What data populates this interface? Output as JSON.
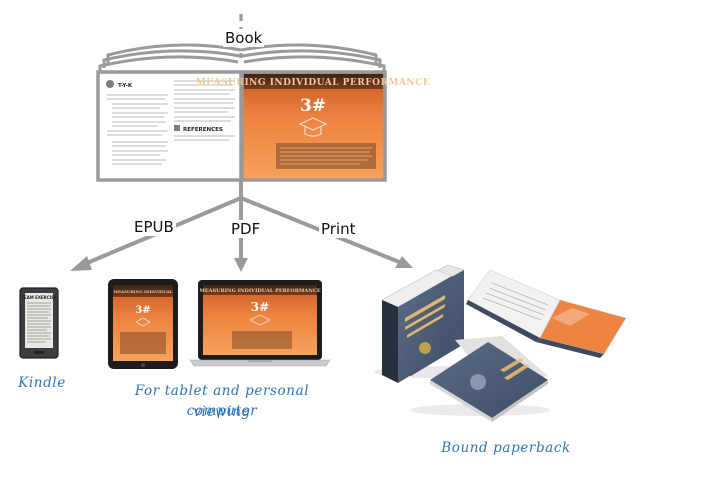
{
  "source": {
    "label": "Book"
  },
  "arrows": [
    {
      "label": "EPUB"
    },
    {
      "label": "PDF"
    },
    {
      "label": "Print"
    }
  ],
  "book": {
    "left_page": {
      "heading1": "T-Y-K",
      "heading2": "REFERENCES"
    },
    "right_page": {
      "title": "MEASURING INDIVIDUAL PERFORMANCE",
      "chapter_number": "3#"
    }
  },
  "devices": {
    "kindle": {
      "screen_title": "TEAM EXERCISE"
    },
    "tablet": {
      "screen_number": "3#"
    },
    "laptop": {
      "screen_number": "3#"
    }
  },
  "captions": {
    "kindle": "Kindle",
    "tablet_computer_line1": "For tablet and personal computer",
    "tablet_computer_line2": "viewing",
    "paperback": "Bound paperback"
  },
  "colors": {
    "arrow": "#9a9a9a",
    "caption": "#2e74b5",
    "accent_orange": "#ee7d3a",
    "cover_navy": "#4d5e78"
  }
}
